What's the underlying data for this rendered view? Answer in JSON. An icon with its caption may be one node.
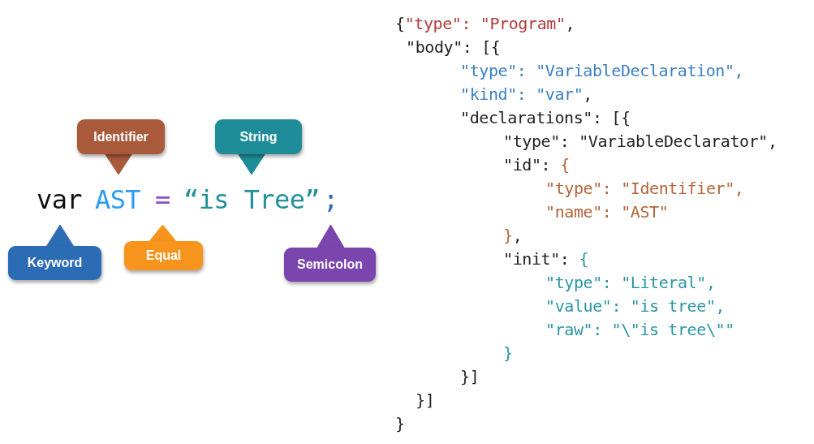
{
  "diagram": {
    "nodes": [
      {
        "text": [
          "Identifier"
        ]
      },
      {
        "text": [
          "String"
        ]
      },
      {
        "text": [
          "var"
        ]
      },
      {
        "text": [
          "AST"
        ]
      },
      {
        "text": [
          "="
        ]
      },
      {
        "text": [
          "“is Tree”"
        ]
      },
      {
        "text": [
          ";"
        ]
      },
      {
        "text": [
          "Keyword"
        ]
      },
      {
        "text": [
          "Equal"
        ]
      },
      {
        "text": [
          "Semicolon"
        ]
      }
    ],
    "edges": [
      {
        "from": 0,
        "to": 3,
        "arrow": "to",
        "color": "#a85a3a"
      },
      {
        "from": 1,
        "to": 5,
        "arrow": "to",
        "color": "#1f8d99"
      },
      {
        "from": 7,
        "to": 2,
        "arrow": "to",
        "color": "#2c6cb4"
      },
      {
        "from": 8,
        "to": 4,
        "arrow": "to",
        "color": "#f7941d"
      },
      {
        "from": 9,
        "to": 6,
        "arrow": "to",
        "color": "#7a45ad"
      }
    ],
    "labels": [
      "{",
      "\"type\": \"Program\"",
      ",",
      "\"body\": [{",
      "\"type\": \"VariableDeclaration\",",
      "\"kind\": \"var\"",
      ",",
      "\"declarations\": [{",
      "\"type\": \"VariableDeclarator\",",
      "\"id\":",
      "{",
      "\"type\": \"Identifier\",",
      "\"name\": \"AST\"",
      "}",
      ",",
      "\"init\":",
      "{",
      "\"type\": \"Literal\",",
      "\"value\": \"is tree\",",
      "\"raw\": \"\\\"is tree\\\"\"",
      "}",
      "}]",
      "}]",
      "}"
    ]
  }
}
